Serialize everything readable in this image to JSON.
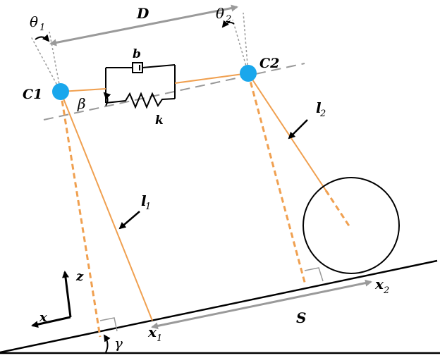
{
  "labels": {
    "D": "D",
    "theta1": "θ",
    "theta1_sub": "1",
    "theta2": "θ",
    "theta2_sub": "2",
    "b": "b",
    "k": "k",
    "C1": "C1",
    "C2": "C2",
    "beta": "β",
    "l1": "l",
    "l1_sub": "1",
    "l2": "l",
    "l2_sub": "2",
    "z": "z",
    "x": "x",
    "x1": "x",
    "x1_sub": "1",
    "x2": "x",
    "x2_sub": "2",
    "S": "S",
    "gamma": "γ"
  },
  "colors": {
    "rope": "#f0a050",
    "pivot": "#1aa7ec",
    "dashed_gray": "#999999",
    "dimension": "#9a9a9a",
    "ink": "#000000"
  }
}
